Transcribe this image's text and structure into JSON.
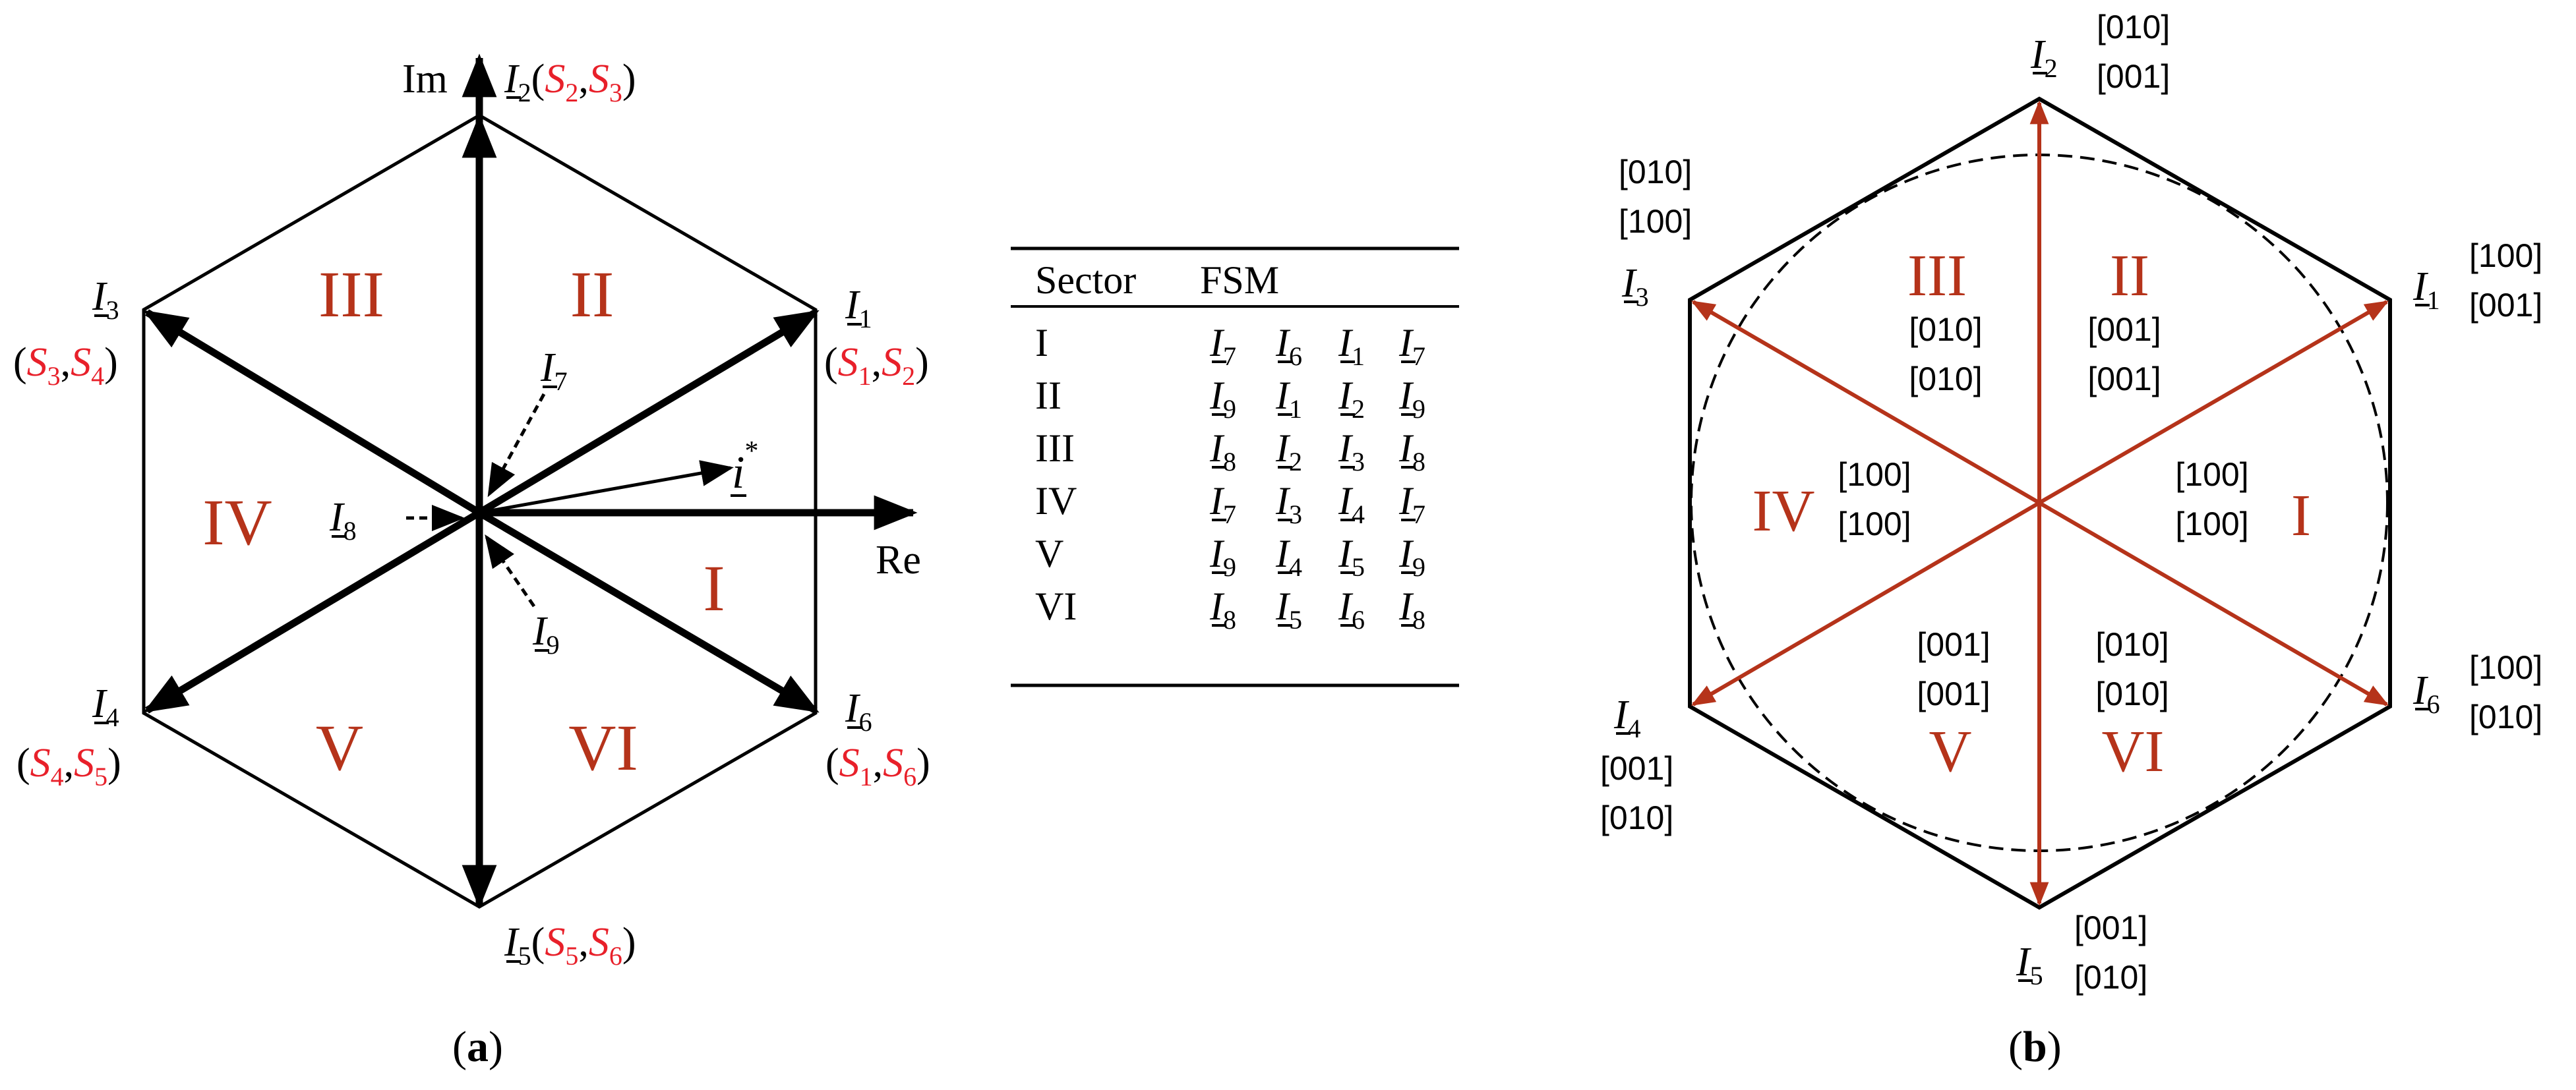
{
  "colors": {
    "ink": "#000000",
    "sector": "#b5331a",
    "switch_red": "#e8202a",
    "vector_b": "#b5331a"
  },
  "panel_a": {
    "axis_im": "Im",
    "axis_re": "Re",
    "reference_vector": "i",
    "reference_sup": "*",
    "sectors": [
      "I",
      "II",
      "III",
      "IV",
      "V",
      "VI"
    ],
    "vectors": [
      {
        "sym": "I",
        "sub": "1",
        "pair": [
          "S",
          "1",
          "S",
          "2"
        ]
      },
      {
        "sym": "I",
        "sub": "2",
        "pair": [
          "S",
          "2",
          "S",
          "3"
        ]
      },
      {
        "sym": "I",
        "sub": "3",
        "pair": [
          "S",
          "3",
          "S",
          "4"
        ]
      },
      {
        "sym": "I",
        "sub": "4",
        "pair": [
          "S",
          "4",
          "S",
          "5"
        ]
      },
      {
        "sym": "I",
        "sub": "5",
        "pair": [
          "S",
          "5",
          "S",
          "6"
        ]
      },
      {
        "sym": "I",
        "sub": "6",
        "pair": [
          "S",
          "1",
          "S",
          "6"
        ]
      }
    ],
    "zero_vectors": [
      {
        "sym": "I",
        "sub": "7"
      },
      {
        "sym": "I",
        "sub": "8"
      },
      {
        "sym": "I",
        "sub": "9"
      }
    ],
    "caption": "a"
  },
  "table": {
    "headers": [
      "Sector",
      "FSM"
    ],
    "rows": [
      {
        "sector": "I",
        "seq": [
          "7",
          "6",
          "1",
          "7"
        ]
      },
      {
        "sector": "II",
        "seq": [
          "9",
          "1",
          "2",
          "9"
        ]
      },
      {
        "sector": "III",
        "seq": [
          "8",
          "2",
          "3",
          "8"
        ]
      },
      {
        "sector": "IV",
        "seq": [
          "7",
          "3",
          "4",
          "7"
        ]
      },
      {
        "sector": "V",
        "seq": [
          "9",
          "4",
          "5",
          "9"
        ]
      },
      {
        "sector": "VI",
        "seq": [
          "8",
          "5",
          "6",
          "8"
        ]
      }
    ],
    "seq_symbol": "I"
  },
  "panel_b": {
    "sectors": [
      {
        "label": "I",
        "codes": [
          "[100]",
          "[100]"
        ]
      },
      {
        "label": "II",
        "codes": [
          "[001]",
          "[001]"
        ]
      },
      {
        "label": "III",
        "codes": [
          "[010]",
          "[010]"
        ]
      },
      {
        "label": "IV",
        "codes": [
          "[100]",
          "[100]"
        ]
      },
      {
        "label": "V",
        "codes": [
          "[001]",
          "[001]"
        ]
      },
      {
        "label": "VI",
        "codes": [
          "[010]",
          "[010]"
        ]
      }
    ],
    "vectors": [
      {
        "sym": "I",
        "sub": "1",
        "codes": [
          "[100]",
          "[001]"
        ]
      },
      {
        "sym": "I",
        "sub": "2",
        "codes": [
          "[010]",
          "[001]"
        ]
      },
      {
        "sym": "I",
        "sub": "3",
        "codes": [
          "[010]",
          "[100]"
        ]
      },
      {
        "sym": "I",
        "sub": "4",
        "codes": [
          "[001]",
          "[010]"
        ]
      },
      {
        "sym": "I",
        "sub": "5",
        "codes": [
          "[001]",
          "[010]"
        ]
      },
      {
        "sym": "I",
        "sub": "6",
        "codes": [
          "[100]",
          "[010]"
        ]
      }
    ],
    "caption": "b"
  }
}
